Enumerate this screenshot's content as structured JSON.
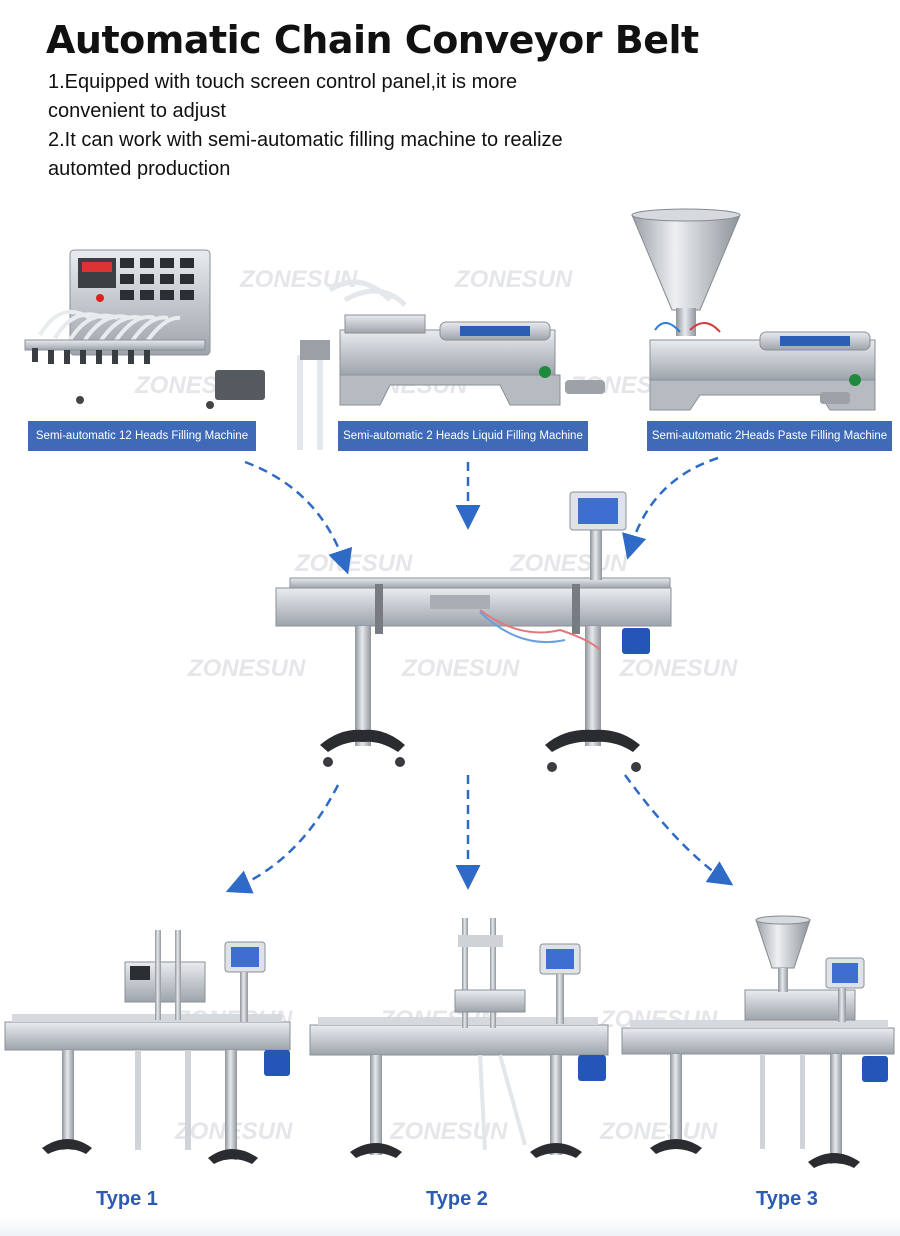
{
  "title": "Automatic Chain Conveyor Belt",
  "features": [
    "1.Equipped with touch screen control panel,it is more",
    "convenient to adjust",
    "2.It can work with semi-automatic filling machine to realize",
    "automted production"
  ],
  "watermark": "ZONESUN",
  "machines": [
    {
      "label": "Semi-automatic 12 Heads Filling Machine"
    },
    {
      "label": "Semi-automatic 2 Heads Liquid Filling Machine"
    },
    {
      "label": "Semi-automatic 2Heads Paste Filling Machine"
    }
  ],
  "types": [
    "Type 1",
    "Type 2",
    "Type 3"
  ],
  "colors": {
    "label_bg": "#3e6ab8",
    "arrow": "#2e6bc6",
    "type_text": "#2e5bb5",
    "steel": "#c9cdd3",
    "motor": "#2456b8"
  }
}
